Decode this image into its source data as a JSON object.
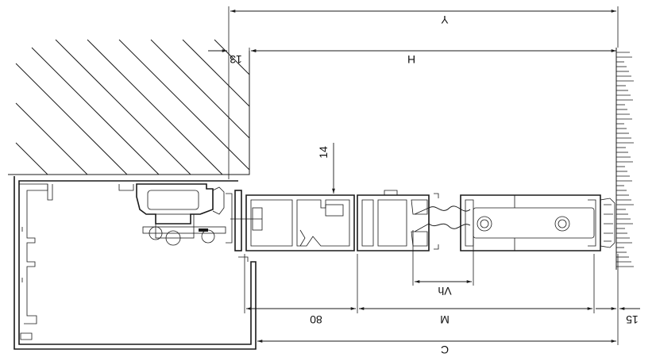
{
  "diagram": {
    "labels": {
      "Y": "Y",
      "H": "H",
      "dim13": "13",
      "dim14": "14",
      "Vh": "Vh",
      "dim80": "80",
      "M": "M",
      "dim15": "15",
      "C": "C"
    }
  }
}
